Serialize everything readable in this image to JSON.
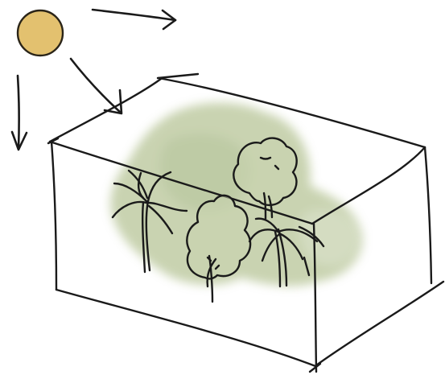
{
  "diagram": {
    "kind": "sketch",
    "elements": [
      "sun",
      "arrow-right",
      "arrow-diagonal",
      "arrow-down",
      "box",
      "trees"
    ]
  },
  "colors": {
    "ink": "#1a1a1a",
    "sun_fill": "#e3c16f",
    "sun_stroke": "#2a2418",
    "foliage": "#9fb07e",
    "foliage_light": "#c3cfa8",
    "background": "#ffffff"
  },
  "icons": {
    "sun": "sun-icon",
    "trees": "tree-icon",
    "box": "box-icon"
  }
}
